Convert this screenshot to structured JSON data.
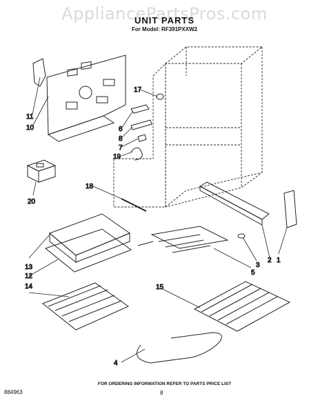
{
  "watermark": "AppliancePartsPros.com",
  "header": {
    "title": "UNIT PARTS",
    "model_label": "For Model: RF391PXXW2"
  },
  "footer": {
    "ordering_note": "FOR ORDERING INFORMATION REFER TO PARTS PRICE LIST",
    "doc_number": "884963",
    "page_number": "8"
  },
  "callouts": {
    "c1": "1",
    "c2": "2",
    "c3": "3",
    "c4": "4",
    "c5": "5",
    "c6": "6",
    "c7": "7",
    "c8": "8",
    "c10": "10",
    "c11": "11",
    "c12": "12",
    "c13": "13",
    "c14": "14",
    "c15": "15",
    "c17": "17",
    "c18": "18",
    "c19": "19",
    "c20": "20"
  }
}
